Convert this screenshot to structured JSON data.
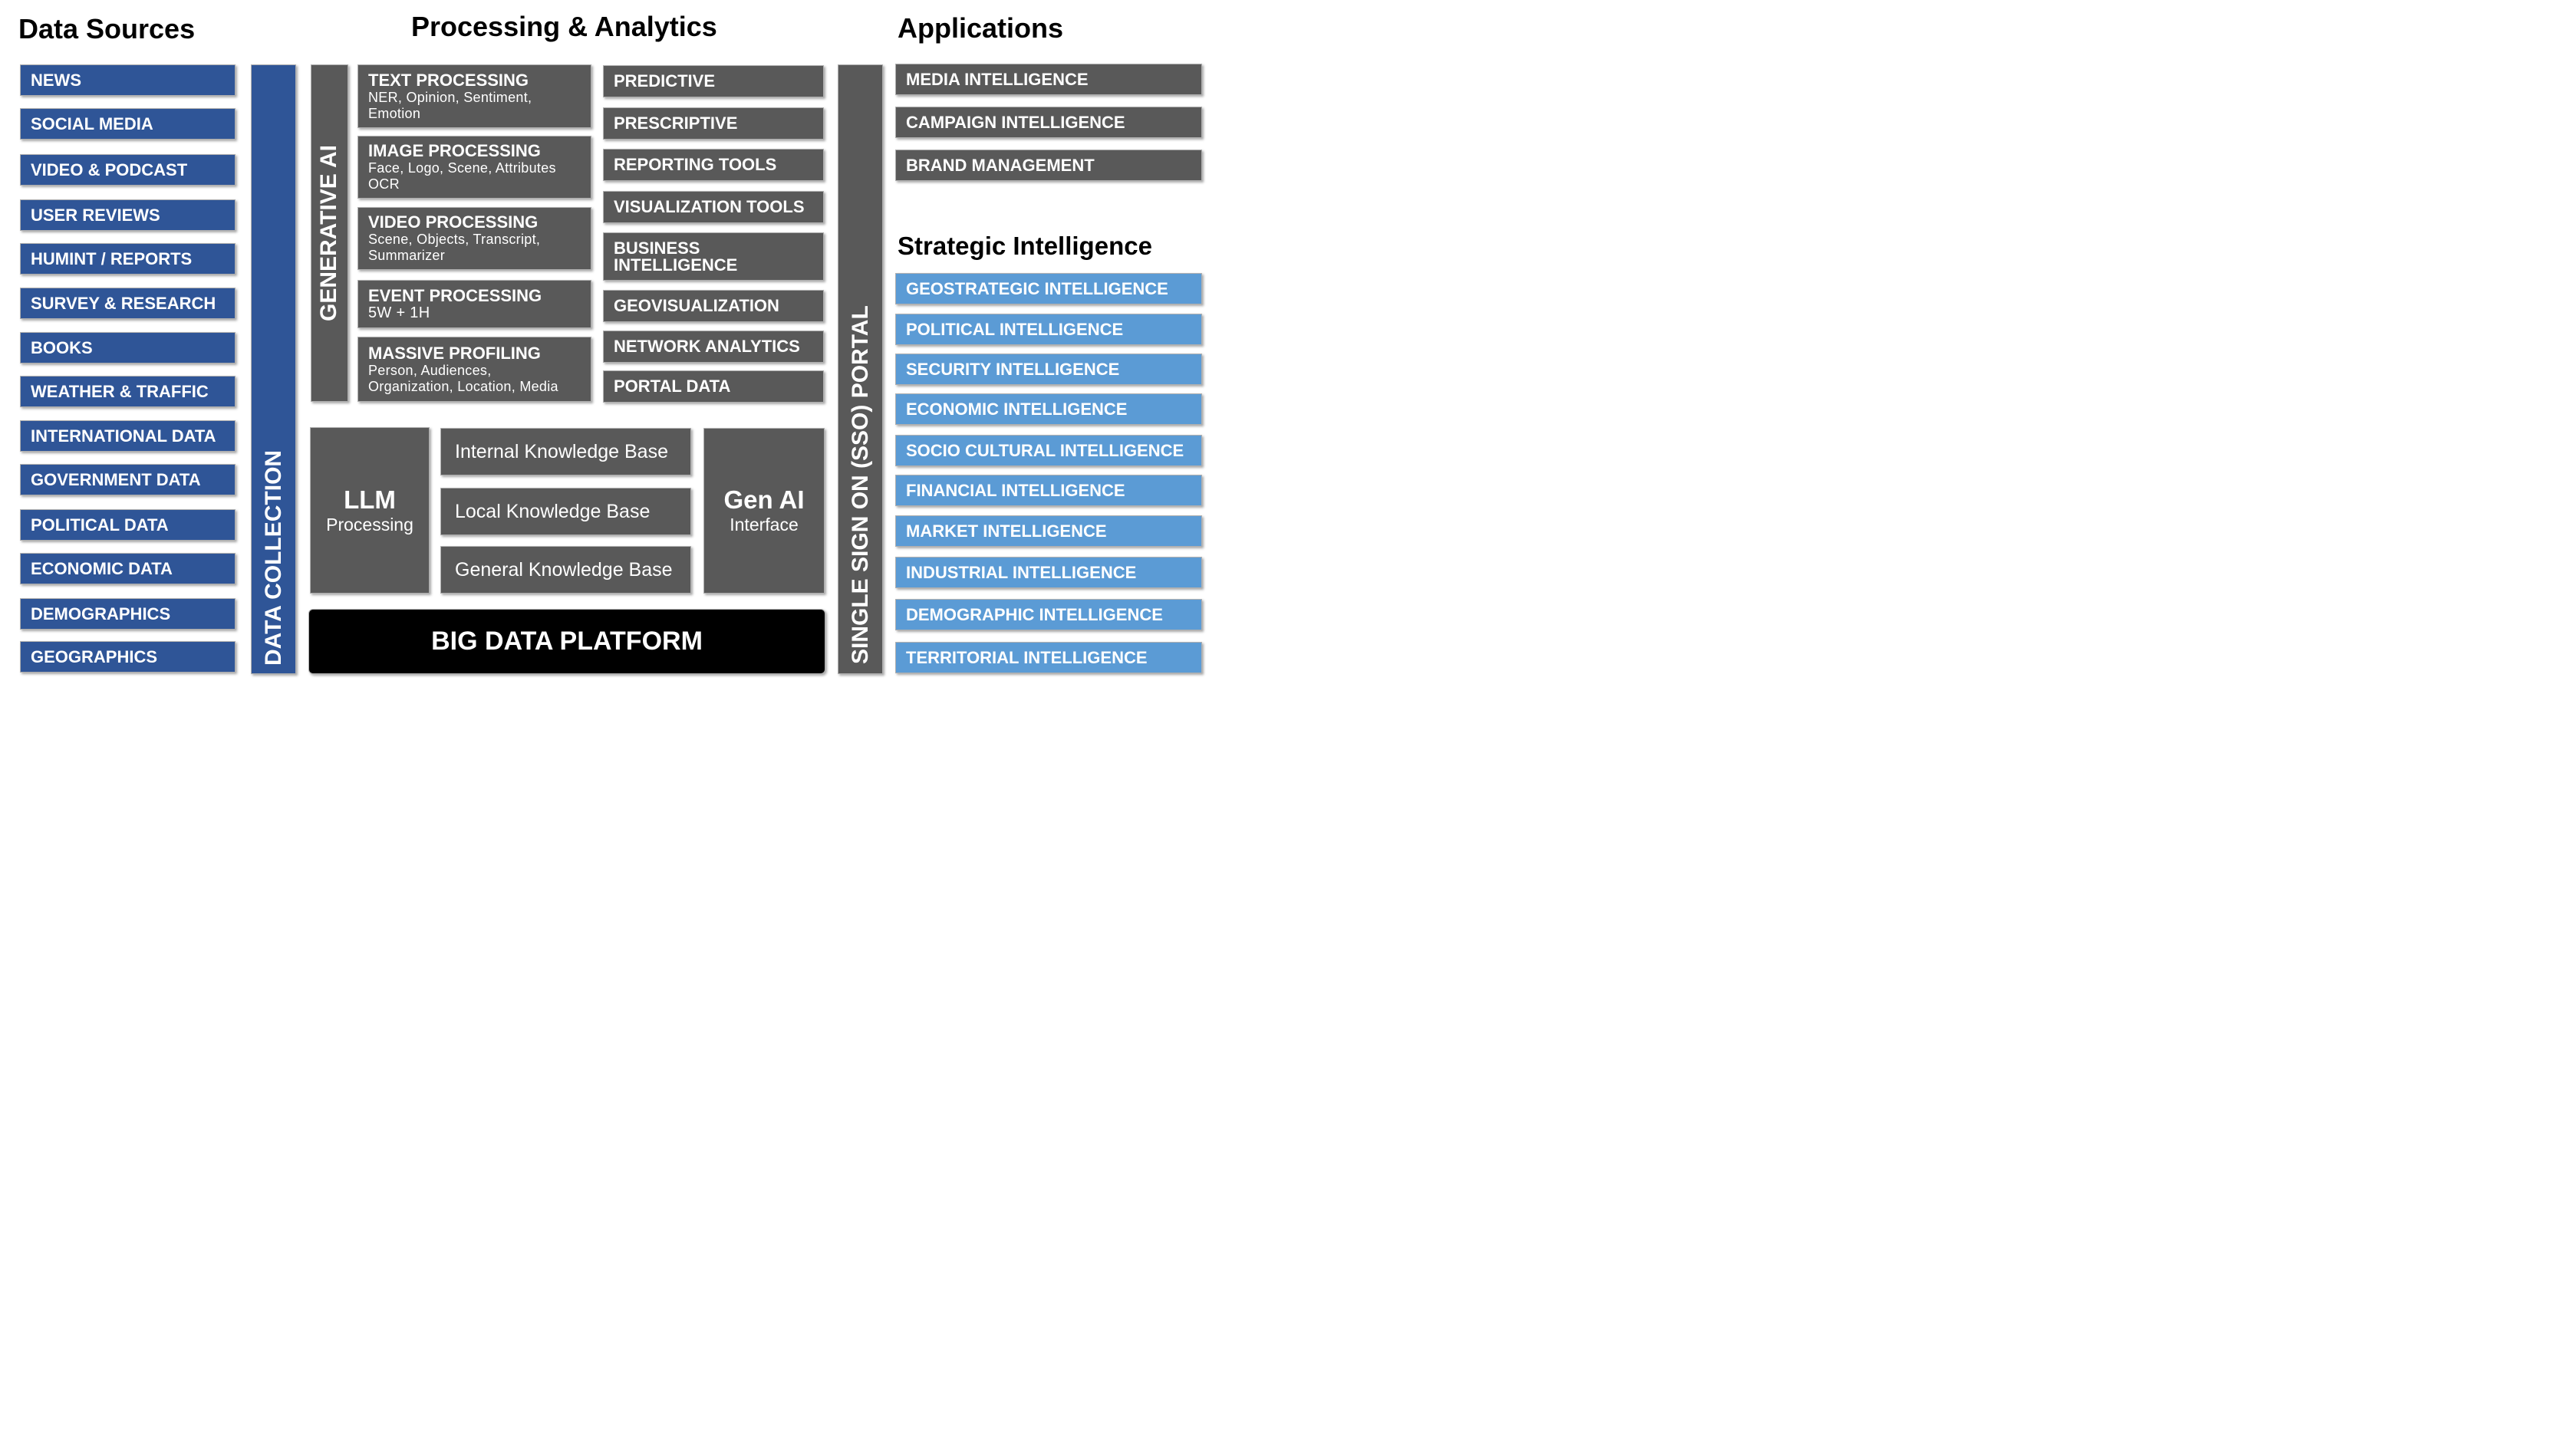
{
  "headings": {
    "data_sources": "Data Sources",
    "processing": "Processing & Analytics",
    "applications": "Applications",
    "strategic": "Strategic Intelligence"
  },
  "data_sources": [
    "NEWS",
    "SOCIAL MEDIA",
    "VIDEO & PODCAST",
    "USER REVIEWS",
    "HUMINT / REPORTS",
    "SURVEY & RESEARCH",
    "BOOKS",
    "WEATHER & TRAFFIC",
    "INTERNATIONAL DATA",
    "GOVERNMENT DATA",
    "POLITICAL DATA",
    "ECONOMIC DATA",
    "DEMOGRAPHICS",
    "GEOGRAPHICS"
  ],
  "data_collection": "DATA COLLECTION",
  "generative_ai": "GENERATIVE AI",
  "processing_modules": [
    {
      "title": "TEXT PROCESSING",
      "sub": "NER, Opinion, Sentiment,\nEmotion"
    },
    {
      "title": "IMAGE PROCESSING",
      "sub": "Face, Logo, Scene, Attributes\nOCR"
    },
    {
      "title": "VIDEO PROCESSING",
      "sub": "Scene, Objects, Transcript,\nSummarizer"
    },
    {
      "title": "EVENT PROCESSING",
      "sub": "5W + 1H"
    },
    {
      "title": "MASSIVE PROFILING",
      "sub": "Person, Audiences,\nOrganization, Location, Media"
    }
  ],
  "analytics": [
    "PREDICTIVE",
    "PRESCRIPTIVE",
    "REPORTING TOOLS",
    "VISUALIZATION TOOLS",
    "BUSINESS\nINTELLIGENCE",
    "GEOVISUALIZATION",
    "NETWORK ANALYTICS",
    "PORTAL DATA"
  ],
  "llm": {
    "title": "LLM",
    "sub": "Processing"
  },
  "knowledge_bases": [
    "Internal Knowledge Base",
    "Local Knowledge Base",
    "General Knowledge Base"
  ],
  "genai_interface": {
    "title": "Gen AI",
    "sub": "Interface"
  },
  "big_data_platform": "BIG DATA PLATFORM",
  "sso_portal": "SINGLE SIGN ON (SSO) PORTAL",
  "applications": [
    "MEDIA INTELLIGENCE",
    "CAMPAIGN INTELLIGENCE",
    "BRAND MANAGEMENT"
  ],
  "strategic_intelligence": [
    "GEOSTRATEGIC INTELLIGENCE",
    "POLITICAL INTELLIGENCE",
    "SECURITY INTELLIGENCE",
    "ECONOMIC INTELLIGENCE",
    "SOCIO CULTURAL INTELLIGENCE",
    "FINANCIAL INTELLIGENCE",
    "MARKET INTELLIGENCE",
    "INDUSTRIAL INTELLIGENCE",
    "DEMOGRAPHIC INTELLIGENCE",
    "TERRITORIAL INTELLIGENCE"
  ],
  "colors": {
    "dark_blue": "#2f5597",
    "light_blue": "#5b9bd5",
    "gray": "#595959",
    "black": "#000000"
  }
}
